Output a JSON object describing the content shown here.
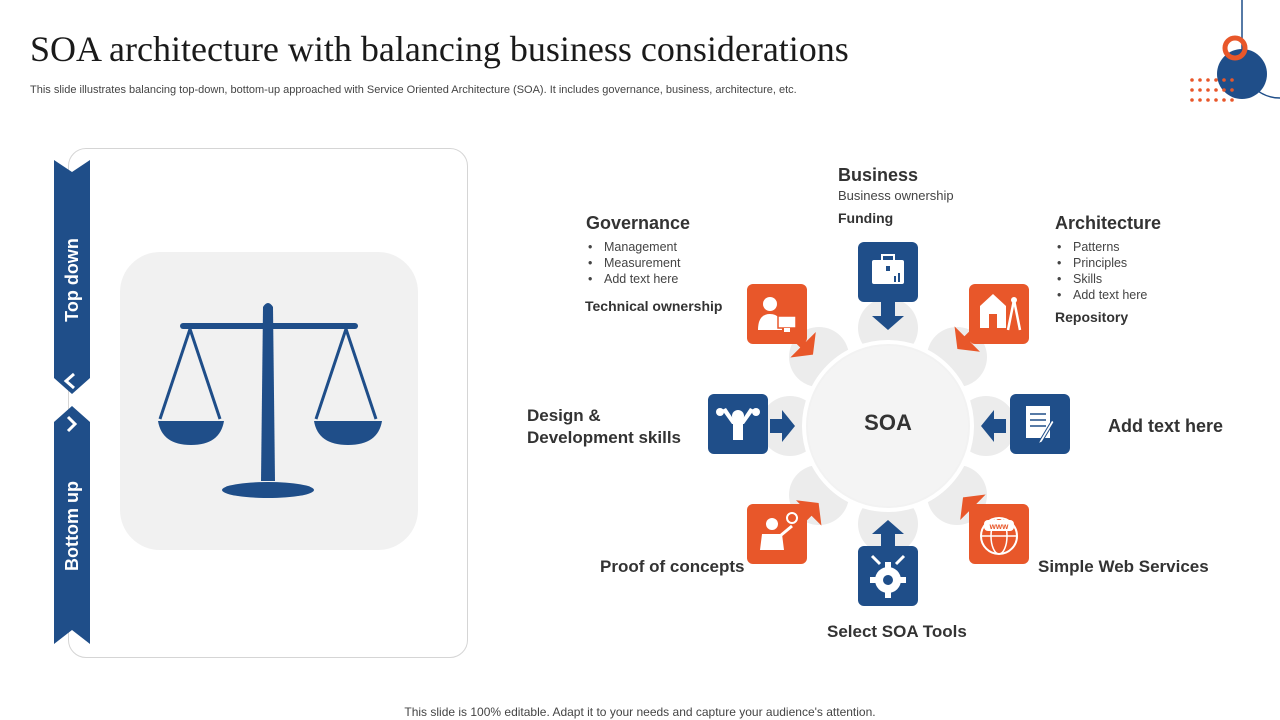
{
  "header": {
    "title": "SOA architecture with balancing business considerations",
    "subtitle": "This slide illustrates balancing top-down, bottom-up approached with Service Oriented Architecture (SOA). It includes governance, business, architecture, etc."
  },
  "left_panel": {
    "top_label": "Top down",
    "bottom_label": "Bottom up"
  },
  "diagram": {
    "center": "SOA",
    "business": {
      "heading": "Business",
      "line1": "Business ownership",
      "line2": "Funding"
    },
    "governance": {
      "heading": "Governance",
      "items": [
        "Management",
        "Measurement",
        "Add text here"
      ],
      "extra": "Technical ownership"
    },
    "architecture": {
      "heading": "Architecture",
      "items": [
        "Patterns",
        "Principles",
        "Skills",
        "Add text here"
      ],
      "extra": "Repository"
    },
    "design": {
      "line1": "Design &",
      "line2": "Development skills"
    },
    "add_text": "Add text here",
    "proof": "Proof of concepts",
    "web": "Simple Web Services",
    "tools": "Select SOA Tools"
  },
  "footer": "This slide is 100% editable. Adapt it to your needs and capture your audience's attention.",
  "colors": {
    "navy": "#1f4e89",
    "orange": "#e8572a",
    "ring": "#ececec"
  },
  "icons": [
    "briefcase-icon",
    "user-computer-icon",
    "house-tools-icon",
    "team-gear-icon",
    "document-pen-icon",
    "presenter-idea-icon",
    "globe-www-icon",
    "gear-wrench-icon",
    "balance-scale-icon"
  ]
}
